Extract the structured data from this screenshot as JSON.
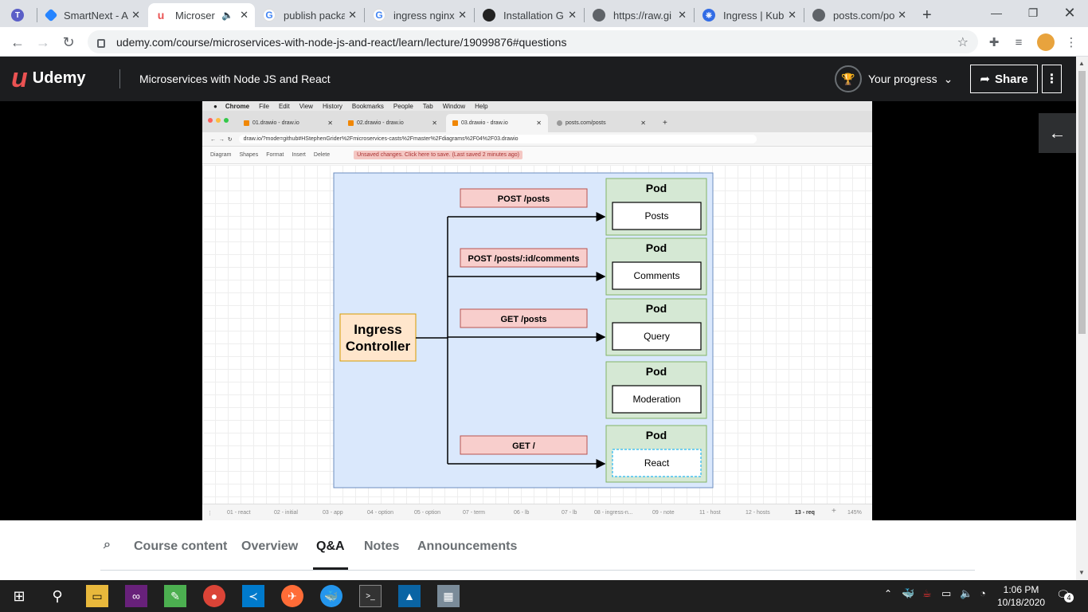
{
  "tabs": [
    {
      "title": "",
      "favicon": "teams"
    },
    {
      "title": "SmartNext - A",
      "favicon": "jira"
    },
    {
      "title": "Microser",
      "favicon": "udemy"
    },
    {
      "title": "publish packa",
      "favicon": "google"
    },
    {
      "title": "ingress nginx",
      "favicon": "google"
    },
    {
      "title": "Installation G",
      "favicon": "github"
    },
    {
      "title": "https://raw.gi",
      "favicon": "globe"
    },
    {
      "title": "Ingress | Kube",
      "favicon": "kubernetes"
    },
    {
      "title": "posts.com/po",
      "favicon": "globe"
    }
  ],
  "address": {
    "url": "udemy.com/course/microservices-with-node-js-and-react/learn/lecture/19099876#questions"
  },
  "udemy": {
    "brand": "Udemy",
    "course_title": "Microservices with Node JS and React",
    "progress_label": "Your progress",
    "share_label": "Share"
  },
  "video": {
    "mac_menu": [
      "Chrome",
      "File",
      "Edit",
      "View",
      "History",
      "Bookmarks",
      "People",
      "Tab",
      "Window",
      "Help"
    ],
    "tabs": [
      "01.drawio - draw.io",
      "02.drawio - draw.io",
      "03.drawio - draw.io",
      "posts.com/posts"
    ],
    "url": "draw.io/?mode=github#HStephenGrider%2Fmicroservices-casts%2Fmaster%2Fdiagrams%2F04%2F03.drawio",
    "toolbar": [
      "Diagram",
      "Shapes",
      "Format",
      "Insert",
      "Delete"
    ],
    "unsaved": "Unsaved changes. Click here to save. (Last saved 2 minutes ago)",
    "pages": [
      "01 - react",
      "02 - initial",
      "03 - app",
      "04 - option",
      "05 - option",
      "07 - term",
      "06 - lb",
      "07 - lb",
      "08 - ingress-n...",
      "09 - note",
      "11 - host",
      "12 - hosts",
      "13 - req"
    ],
    "zoom": "145%"
  },
  "diagram": {
    "controller": "Ingress Controller",
    "routes": [
      "POST /posts",
      "POST /posts/:id/comments",
      "GET /posts",
      "GET /"
    ],
    "pod_label": "Pod",
    "pods": [
      "Posts",
      "Comments",
      "Query",
      "Moderation",
      "React"
    ]
  },
  "lecture_nav": {
    "items": [
      "Course content",
      "Overview",
      "Q&A",
      "Notes",
      "Announcements"
    ],
    "active": "Q&A"
  },
  "taskbar": {
    "time": "1:06 PM",
    "date": "10/18/2020",
    "notifications": "4"
  }
}
